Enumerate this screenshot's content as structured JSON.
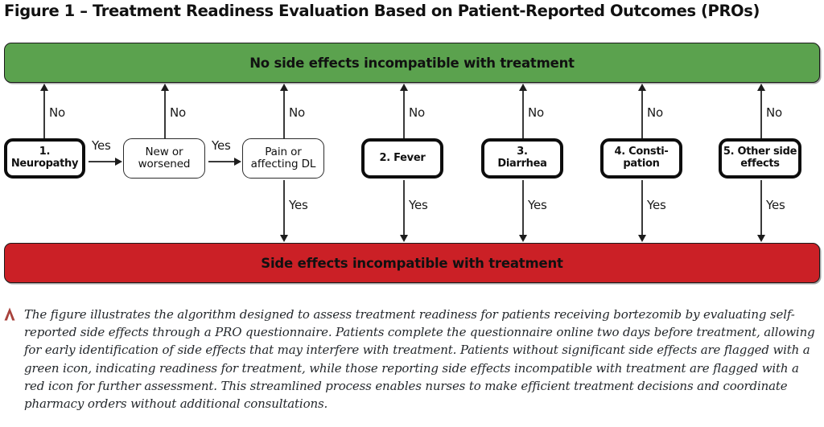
{
  "figure": {
    "title": "Figure 1 – Treatment Readiness Evaluation Based on Patient-Reported Outcomes (PROs)"
  },
  "banners": {
    "top": {
      "label": "No side effects incompatible with treatment",
      "color": "#5ba24e"
    },
    "bottom": {
      "label": "Side effects incompatible with treatment",
      "color": "#cb2026"
    }
  },
  "nodes": {
    "neuropathy": {
      "label": "1. Neuropathy"
    },
    "new_or_worsened": {
      "label": "New or\nworsened"
    },
    "pain_or_affecting_dl": {
      "label": "Pain or\naffecting DL"
    },
    "fever": {
      "label": "2. Fever"
    },
    "diarrhea": {
      "label": "3.\nDiarrhea"
    },
    "constipation": {
      "label": "4. Consti-\npation"
    },
    "other_side_effects": {
      "label": "5. Other side\neffects"
    }
  },
  "edge_labels": {
    "no": "No",
    "yes": "Yes"
  },
  "branches": [
    {
      "id": "neuropathy",
      "up_label": "No"
    },
    {
      "id": "new_or_worsened",
      "up_label": "No"
    },
    {
      "id": "pain_or_affecting_dl",
      "up_label": "No",
      "down_label": "Yes"
    },
    {
      "id": "fever",
      "up_label": "No",
      "down_label": "Yes"
    },
    {
      "id": "diarrhea",
      "up_label": "No",
      "down_label": "Yes"
    },
    {
      "id": "constipation",
      "up_label": "No",
      "down_label": "Yes"
    },
    {
      "id": "other_side_effects",
      "up_label": "No",
      "down_label": "Yes"
    }
  ],
  "chain_labels": {
    "neuropathy_to_new": "Yes",
    "new_to_pain": "Yes"
  },
  "caption": {
    "marker_color": "#a8423c",
    "text": "The figure illustrates the algorithm designed to assess treatment readiness for patients receiving bortezomib by evaluating self-reported side effects through a PRO questionnaire. Patients complete the questionnaire online two days before treatment, allowing for early identification of side effects that may interfere with treatment. Patients without significant side effects are flagged with a green icon, indicating readiness for treatment, while those reporting side effects incompatible with treatment are flagged with a red icon for further assessment. This streamlined process enables nurses to make efficient treatment decisions and coordinate pharmacy orders without additional consultations."
  }
}
